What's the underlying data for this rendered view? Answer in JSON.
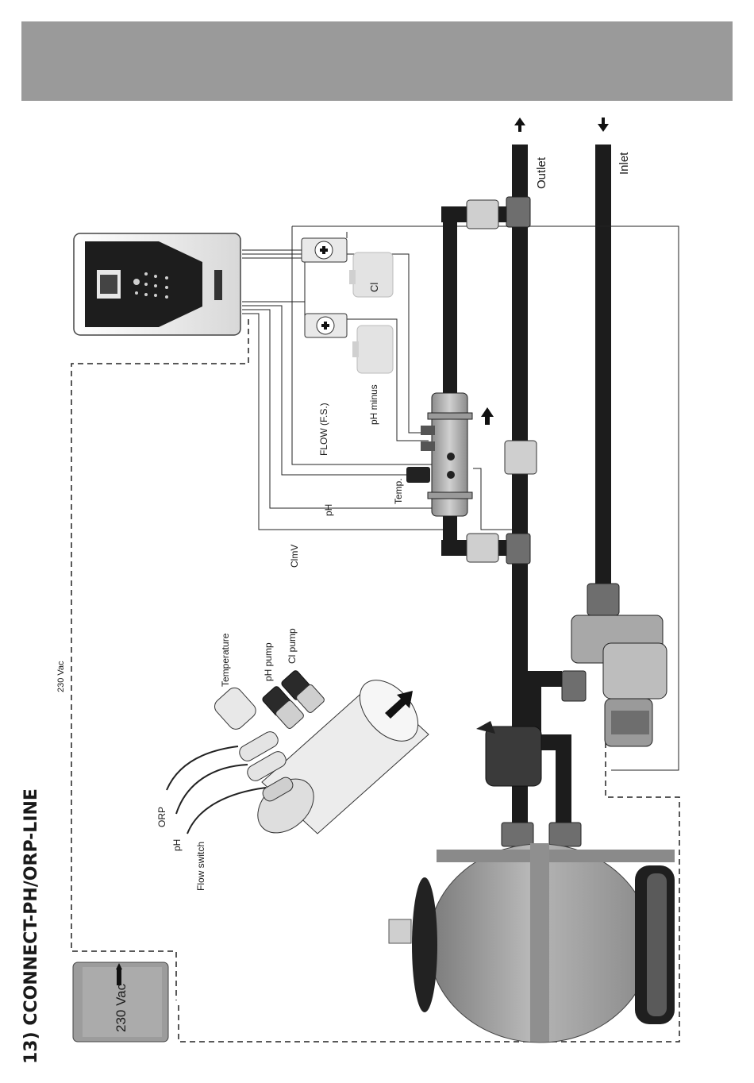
{
  "page": {
    "title": "13) CCONNECT-PH/ORP-LINE"
  },
  "pipes": {
    "outlet_label": "Outlet",
    "inlet_label": "Inlet"
  },
  "power": {
    "supply_label": "230 Vac",
    "cable_label": "230 Vac"
  },
  "bypass": {
    "flow_label": "FLOW (F.S.)",
    "ph_minus_label": "pH minus",
    "temp_label": "Temp.",
    "ph_label": "pH",
    "clmv_label": "ClmV"
  },
  "tanks": {
    "cl_label": "Cl"
  },
  "detail": {
    "temperature_label": "Temperature",
    "ph_pump_label": "pH pump",
    "cl_pump_label": "Cl pump",
    "orp_label": "ORP",
    "ph_label": "pH",
    "flow_switch_label": "Flow switch"
  },
  "colors": {
    "header_band": "#9a9a9a",
    "pipe": "#1c1c1c",
    "filter_body": "#9c9c9c",
    "panel_dark": "#1d1d1d"
  }
}
